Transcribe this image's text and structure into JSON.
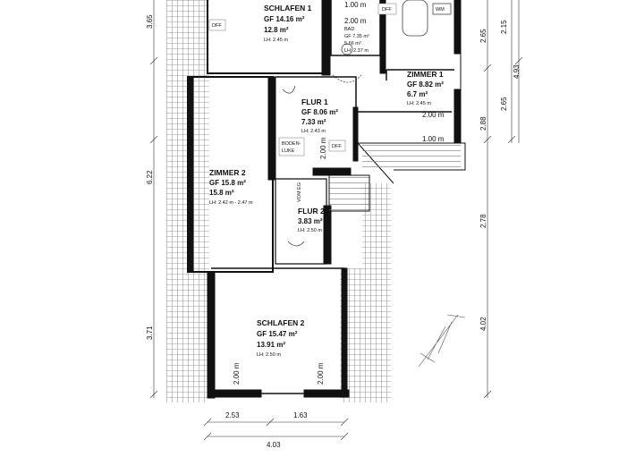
{
  "rooms": {
    "schlafen1": {
      "name": "SCHLAFEN 1",
      "gf": "GF 14.16 m²",
      "area": "12.8 m²",
      "lh": "LH: 2.45 m"
    },
    "bad": {
      "name": "BAD",
      "gf": "GF 7.35 m²",
      "area": "5.66 m²",
      "lh": "LH: 2.37 m"
    },
    "zimmer1": {
      "name": "ZIMMER 1",
      "gf": "GF 8.82 m²",
      "area": "6.7 m²",
      "lh": "LH: 2.45 m"
    },
    "flur1": {
      "name": "FLUR 1",
      "gf": "GF 8.06 m²",
      "area": "7.33 m²",
      "lh": "LH: 2.43 m"
    },
    "zimmer2": {
      "name": "ZIMMER 2",
      "gf": "GF 15.8 m²",
      "area": "15.8 m²",
      "lh": "LH: 2.42 m - 2.47 m"
    },
    "flur2": {
      "name": "FLUR 2",
      "area": "3.83 m²",
      "lh": "LH: 2.50 m"
    },
    "schlafen2": {
      "name": "SCHLAFEN 2",
      "gf": "GF 15.47 m²",
      "area": "13.91 m²",
      "lh": "LH: 2.50 m"
    }
  },
  "tags": {
    "dff": "DFF",
    "wm": "WM",
    "bodenluke_1": "BODEN-",
    "bodenluke_2": "LUKE",
    "vom_eg": "VOM EG"
  },
  "dims": {
    "left_top": "3.65",
    "left_mid": "6.22",
    "left_bottom": "3.71",
    "right_a": "2.65",
    "right_b": "2.15",
    "right_c": "4.93",
    "right_d": "2.65",
    "right_e": "2.88",
    "right_f": "2.78",
    "right_g": "4.02",
    "bottom_a": "2.53",
    "bottom_b": "1.63",
    "bottom_total": "4.03",
    "height_2m": "2.00 m",
    "height_1m": "1.00 m"
  }
}
